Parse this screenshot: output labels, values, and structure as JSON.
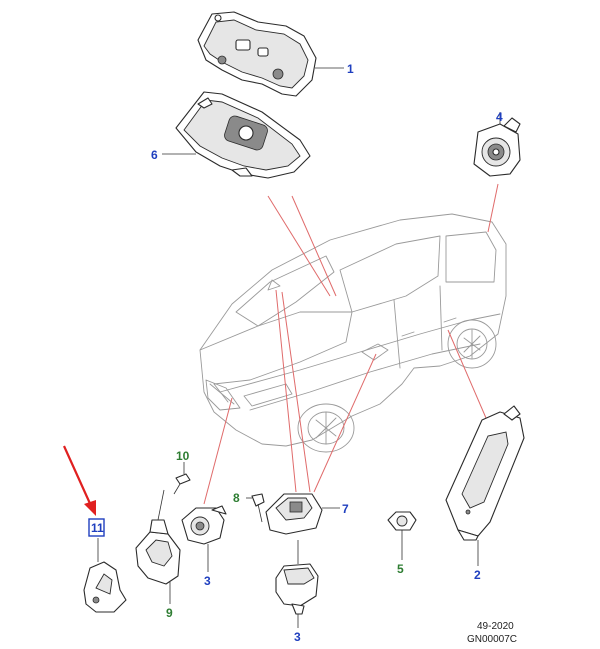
{
  "callouts": {
    "c1": "1",
    "c2": "2",
    "c3a": "3",
    "c3b": "3",
    "c4": "4",
    "c5": "5",
    "c6": "6",
    "c7": "7",
    "c8": "8",
    "c9": "9",
    "c10": "10",
    "c11": "11"
  },
  "caption": {
    "date": "49-2020",
    "code": "GN00007C"
  },
  "colors": {
    "label_blue": "#1f3fbf",
    "label_green": "#2e7d32",
    "highlight_box": "#1f3fbf",
    "arrow": "#e02020",
    "leader_red": "#e06b6b"
  }
}
